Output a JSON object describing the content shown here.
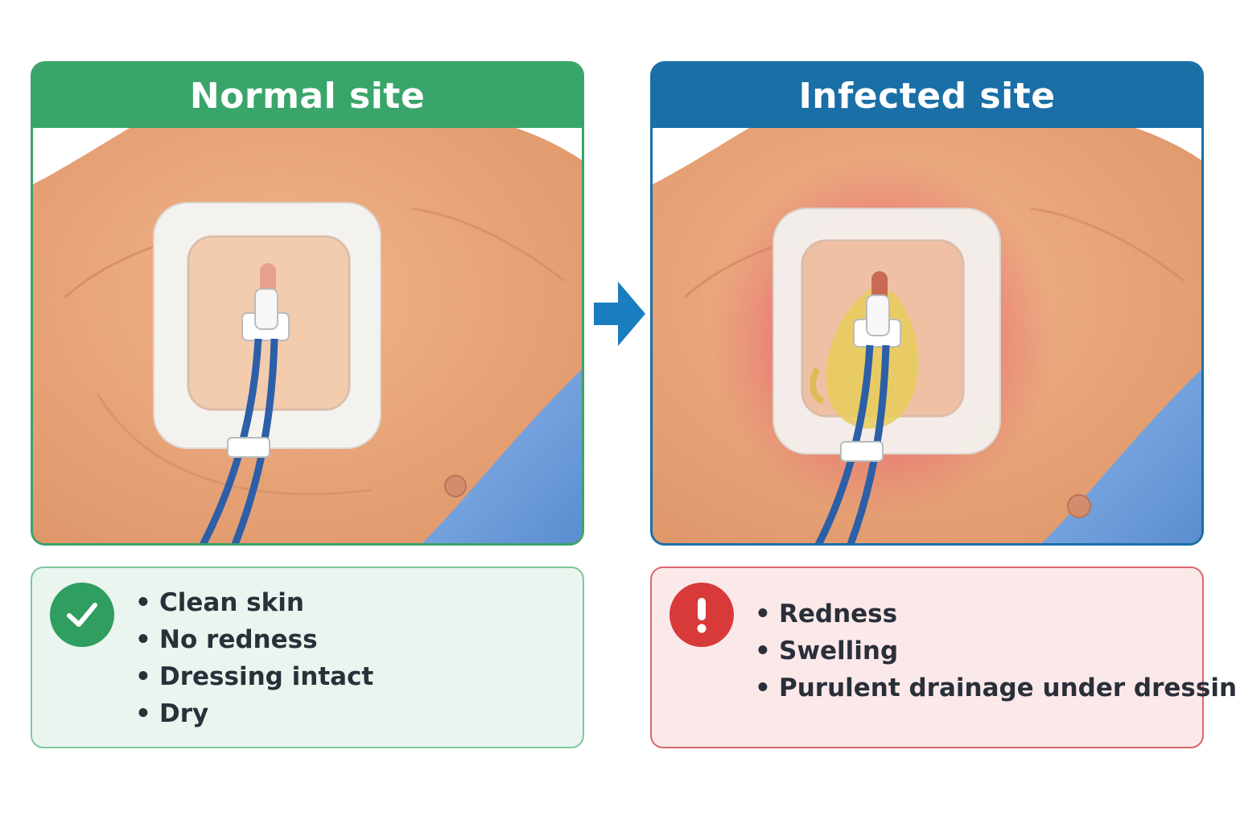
{
  "panels": {
    "normal": {
      "title": "Normal site",
      "status_icon": "check-icon",
      "observations": [
        "Clean skin",
        "No redness",
        "Dressing intact",
        "Dry"
      ]
    },
    "infected": {
      "title": "Infected site",
      "status_icon": "exclamation-icon",
      "observations": [
        "Redness",
        "Swelling",
        "Purulent drainage under dressing"
      ]
    }
  },
  "colors": {
    "normal_accent": "#3aa56b",
    "infected_accent": "#1a6fa6",
    "alert_red": "#d83a3a",
    "skin": "#e9a77c",
    "catheter": "#2c5fa8",
    "gown": "#6f9fdc"
  }
}
